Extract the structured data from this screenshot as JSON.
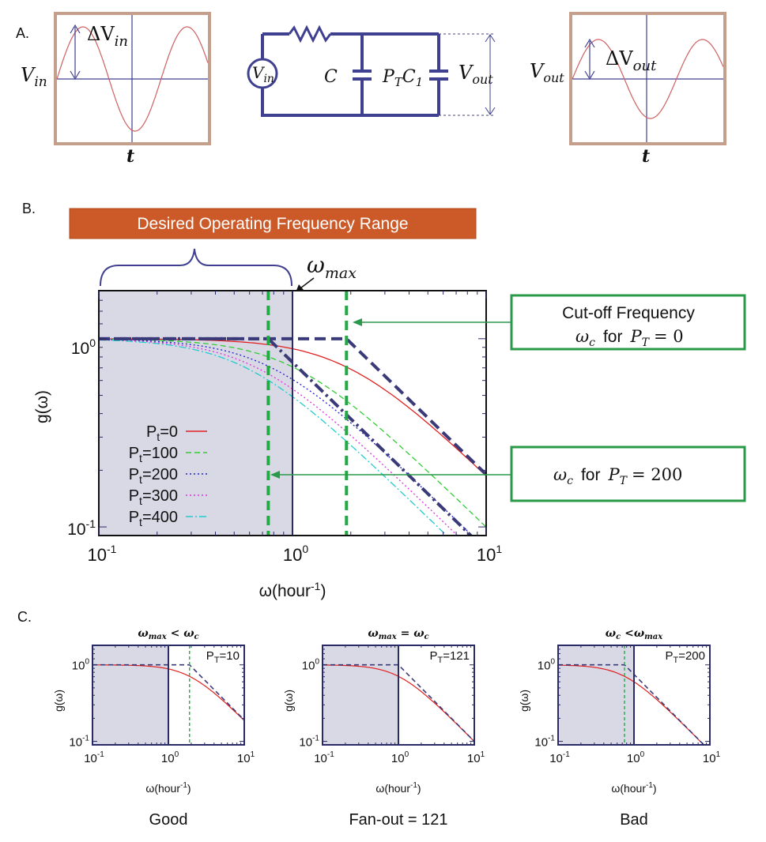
{
  "panel_a": {
    "label": "A.",
    "input_plot": {
      "y_label": "V",
      "y_sub": "in",
      "delta_label": "ΔV",
      "delta_sub": "in",
      "x_label": "t"
    },
    "circuit": {
      "source": "V",
      "source_sub": "in",
      "cap1": "C",
      "cap2_main": "P",
      "cap2_sub": "T",
      "cap2_tail": "C",
      "cap2_tail_sub": "1",
      "out": "V",
      "out_sub": "out"
    },
    "output_plot": {
      "y_label": "V",
      "y_sub": "out",
      "delta_label": "ΔV",
      "delta_sub": "out",
      "x_label": "t"
    }
  },
  "panel_b": {
    "label": "B.",
    "banner": "Desired Operating Frequency Range",
    "wmax_main": "ω",
    "wmax_sub": "max",
    "callout1_line1": "Cut-off Frequency",
    "callout1_w": "ω",
    "callout1_w_sub": "c",
    "callout1_for": "for",
    "callout1_p": "P",
    "callout1_p_sub": "T",
    "callout1_eq": "= 0",
    "callout2_w": "ω",
    "callout2_w_sub": "c",
    "callout2_for": "for",
    "callout2_p": "P",
    "callout2_p_sub": "T",
    "callout2_eq": "= 200",
    "y_label": "g(ω)",
    "x_label_main": "ω(hour",
    "x_label_sup": "-1",
    "x_label_close": ")",
    "ytick_labels": [
      {
        "base": "10",
        "exp": "0"
      },
      {
        "base": "10",
        "exp": "-1"
      }
    ],
    "xtick_labels": [
      {
        "base": "10",
        "exp": "-1"
      },
      {
        "base": "10",
        "exp": "0"
      },
      {
        "base": "10",
        "exp": "1"
      }
    ],
    "legend": [
      {
        "p": "P",
        "sub": "t",
        "val": "=0"
      },
      {
        "p": "P",
        "sub": "t",
        "val": "=100"
      },
      {
        "p": "P",
        "sub": "t",
        "val": "=200"
      },
      {
        "p": "P",
        "sub": "t",
        "val": "=300"
      },
      {
        "p": "P",
        "sub": "t",
        "val": "=400"
      }
    ]
  },
  "panel_c": {
    "label": "C.",
    "plots": [
      {
        "title_a": "ω",
        "title_a_sub": "max",
        "title_op": " < ",
        "title_b": "ω",
        "title_b_sub": "c",
        "pt_main": "P",
        "pt_sub": "T",
        "pt_val": "=10",
        "caption": "Good"
      },
      {
        "title_a": "ω",
        "title_a_sub": "max",
        "title_op": " = ",
        "title_b": "ω",
        "title_b_sub": "c",
        "pt_main": "P",
        "pt_sub": "T",
        "pt_val": "=121",
        "caption": "Fan-out = 121"
      },
      {
        "title_a": "ω",
        "title_a_sub": "c",
        "title_op": " <",
        "title_b": "ω",
        "title_b_sub": "max",
        "pt_main": "P",
        "pt_sub": "T",
        "pt_val": "=200",
        "caption": "Bad"
      }
    ],
    "y_label": "g(ω)",
    "x_label_main": "ω(hour",
    "x_label_sup": "-1",
    "x_label_close": ")",
    "tick_base": "10"
  },
  "chart_data": {
    "type": "line",
    "x_scale": "log",
    "y_scale": "log",
    "xlim": [
      0.1,
      10
    ],
    "ylim": [
      0.09,
      1.8
    ],
    "x_ticks": [
      0.1,
      1,
      10
    ],
    "y_ticks": [
      0.1,
      1
    ],
    "series": [
      {
        "name": "Pt=0",
        "pt": 0,
        "color": "#e02020",
        "dash": "solid"
      },
      {
        "name": "Pt=100",
        "pt": 100,
        "color": "#33cc33",
        "dash": "dashed"
      },
      {
        "name": "Pt=200",
        "pt": 200,
        "color": "#2222cc",
        "dash": "dotted"
      },
      {
        "name": "Pt=300",
        "pt": 300,
        "color": "#dd33dd",
        "dash": "dotted"
      },
      {
        "name": "Pt=400",
        "pt": 400,
        "color": "#22cccc",
        "dash": "dash-dot"
      }
    ],
    "omega_max": 1.0,
    "cutoff_pt0": 1.9,
    "cutoff_pt200": 0.75,
    "shaded_region": [
      0.1,
      1.0
    ]
  },
  "colors": {
    "frame_tan": "#c4a08c",
    "circuit": "#404090",
    "banner_bg": "#cc5a28",
    "banner_text": "#ffffff",
    "shade": "#d9d9e6",
    "axis_navy": "#2a2a66",
    "callout_green": "#2a9a4a",
    "cutoff_green": "#22aa44",
    "asymptote": "#3a3a78"
  }
}
